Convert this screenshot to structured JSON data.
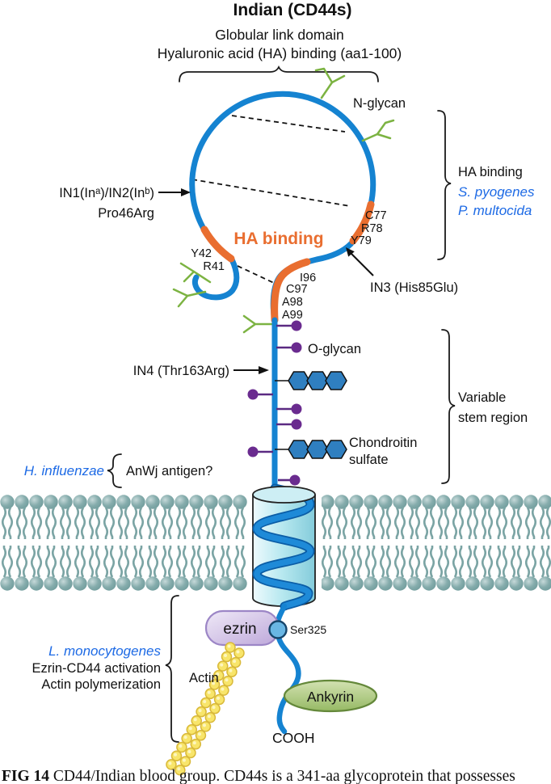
{
  "title": "Indian (CD44s)",
  "header": {
    "line1": "Globular link domain",
    "line2": "Hyaluronic acid (HA) binding (aa1-100)"
  },
  "labels": {
    "n_glycan": "N-glycan",
    "in1_in2": "IN1(Inᵃ)/IN2(Inᵇ)",
    "pro46arg": "Pro46Arg",
    "ha_binding_loop": "HA binding",
    "c77": "C77",
    "r78": "R78",
    "y79": "Y79",
    "y42": "Y42",
    "r41": "R41",
    "i96": "I96",
    "c97": "C97",
    "a98": "A98",
    "a99": "A99",
    "in3": "IN3 (His85Glu)",
    "o_glycan": "O-glycan",
    "in4": "IN4 (Thr163Arg)",
    "chondroitin_line1": "Chondroitin",
    "chondroitin_line2": "sulfate",
    "anwj": "AnWj antigen?",
    "ezrin": "ezrin",
    "ser325": "Ser325",
    "actin": "Actin",
    "ankyrin": "Ankyrin",
    "cooh": "COOH"
  },
  "annotations": {
    "ha_group_line1": "HA binding",
    "ha_group_line2": "S. pyogenes",
    "ha_group_line3": "P. multocida",
    "variable_line1": "Variable",
    "variable_line2": "stem region",
    "h_influenzae": "H. influenzae",
    "lmono_line1": "L. monocytogenes",
    "lmono_line2": "Ezrin-CD44 activation",
    "lmono_line3": "Actin polymerization"
  },
  "caption": {
    "prefix": "FIG 14",
    "text": " CD44/Indian blood group. CD44s is a 341-aa glycoprotein that possesses"
  },
  "colors": {
    "chain_blue": "#1583d1",
    "orange": "#e96e30",
    "glycan_green": "#7cb342",
    "oglycan_purple": "#6a2b8f",
    "species_blue": "#1d6ae5",
    "hexagon_blue": "#2f7fc0",
    "membrane_teal": "#7ea6a6",
    "cylinder_cyan": "#9fdde8",
    "ezrin_lavender": "#c9b6e2",
    "ankyrin_green": "#a9c77d",
    "actin_yellow": "#f8e56a"
  }
}
